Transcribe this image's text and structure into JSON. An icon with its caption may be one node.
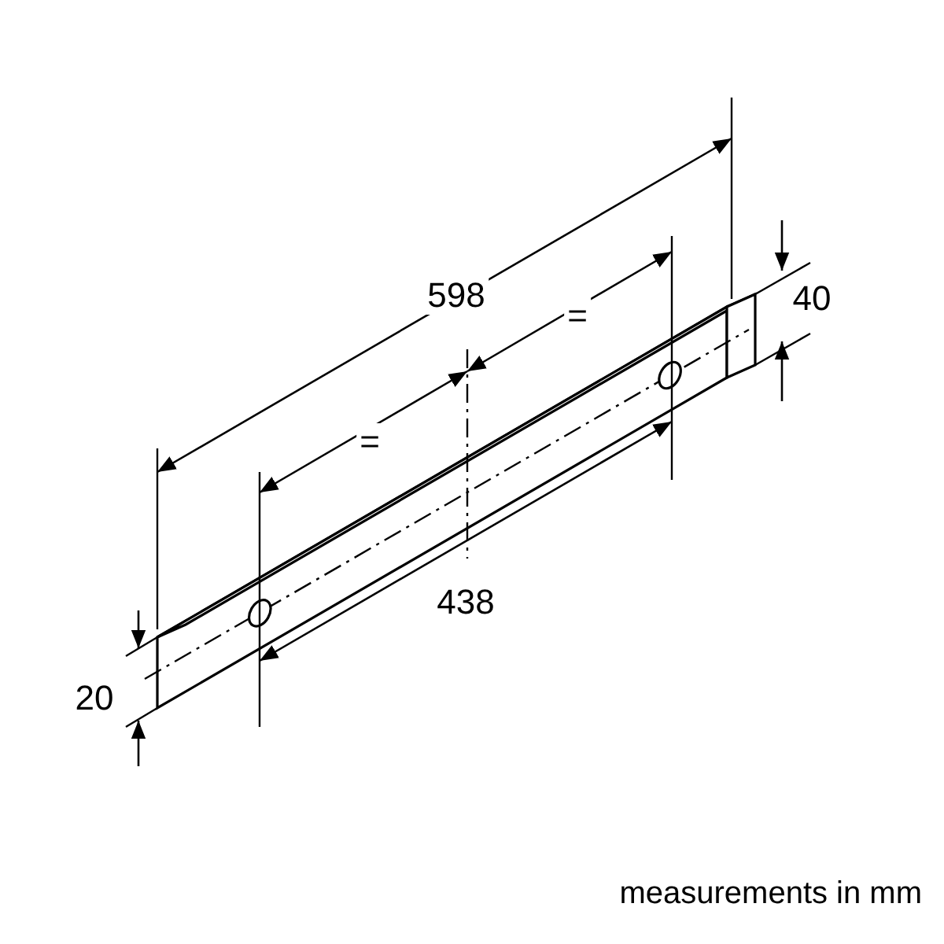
{
  "diagram": {
    "labels": [
      "598",
      "=",
      "40",
      "=",
      "438",
      "20"
    ],
    "caption": "measurements in mm"
  }
}
